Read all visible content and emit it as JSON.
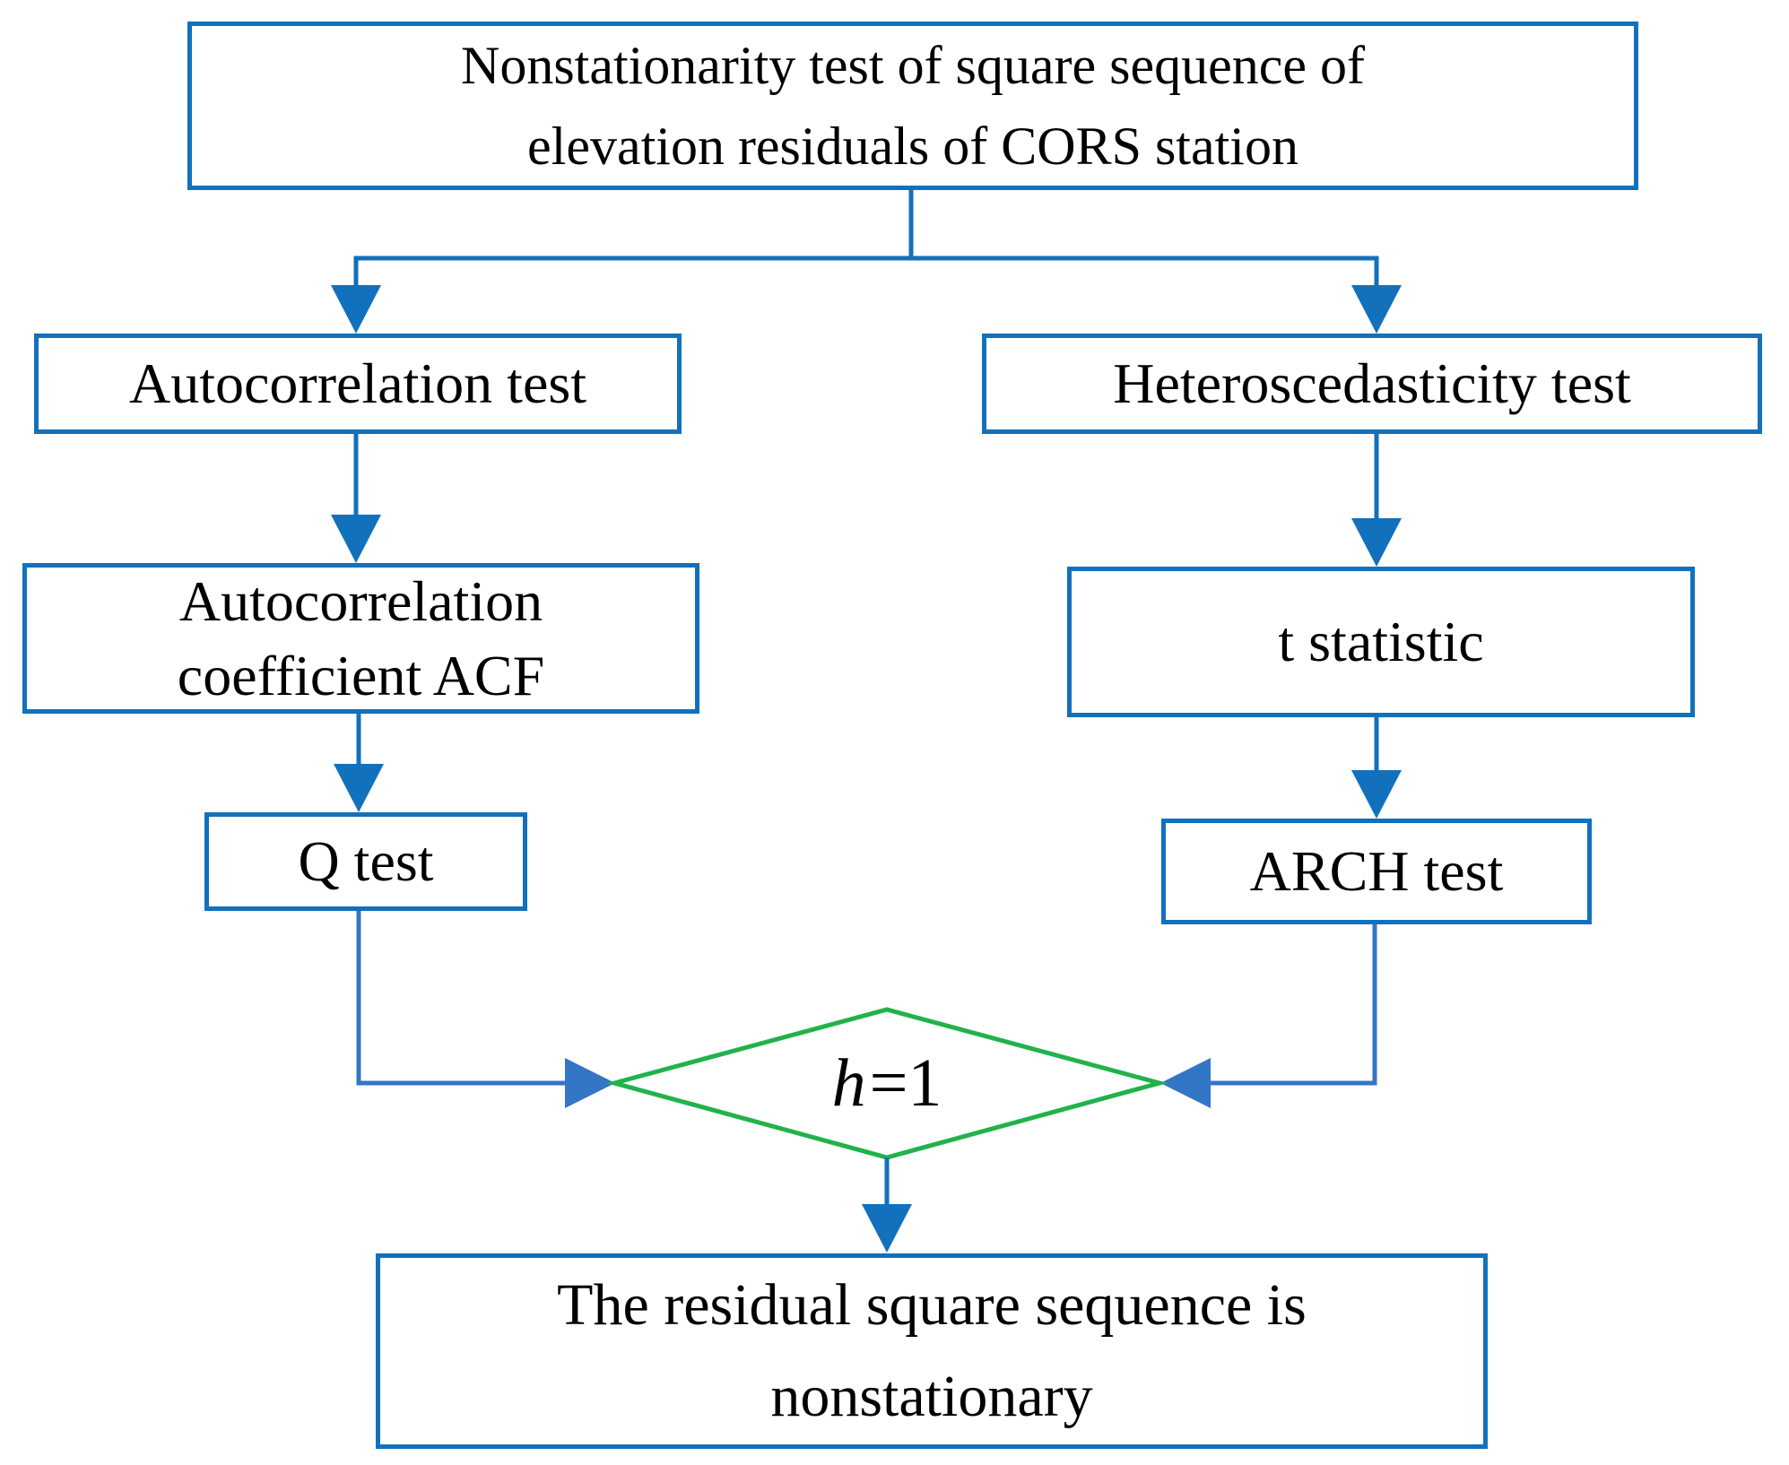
{
  "colors": {
    "node_border": "#1271bc",
    "connector": "#1271bc",
    "elbow_connector": "#3376c6",
    "decision_border": "#21b24c",
    "text": "#000000",
    "background": "#ffffff"
  },
  "nodes": {
    "start": {
      "lines": [
        "Nonstationarity test of square sequence of",
        "elevation residuals of CORS station"
      ]
    },
    "autocorrelation_test": {
      "label": "Autocorrelation test"
    },
    "heteroscedasticity_test": {
      "label": "Heteroscedasticity test"
    },
    "acf": {
      "lines": [
        "Autocorrelation",
        "coefficient ACF"
      ]
    },
    "t_statistic": {
      "label": "t statistic"
    },
    "q_test": {
      "label": "Q test"
    },
    "arch_test": {
      "label": "ARCH test"
    },
    "decision": {
      "variable": "h",
      "comparison": "=1"
    },
    "result": {
      "lines": [
        "The residual square sequence is",
        "nonstationary"
      ]
    }
  }
}
